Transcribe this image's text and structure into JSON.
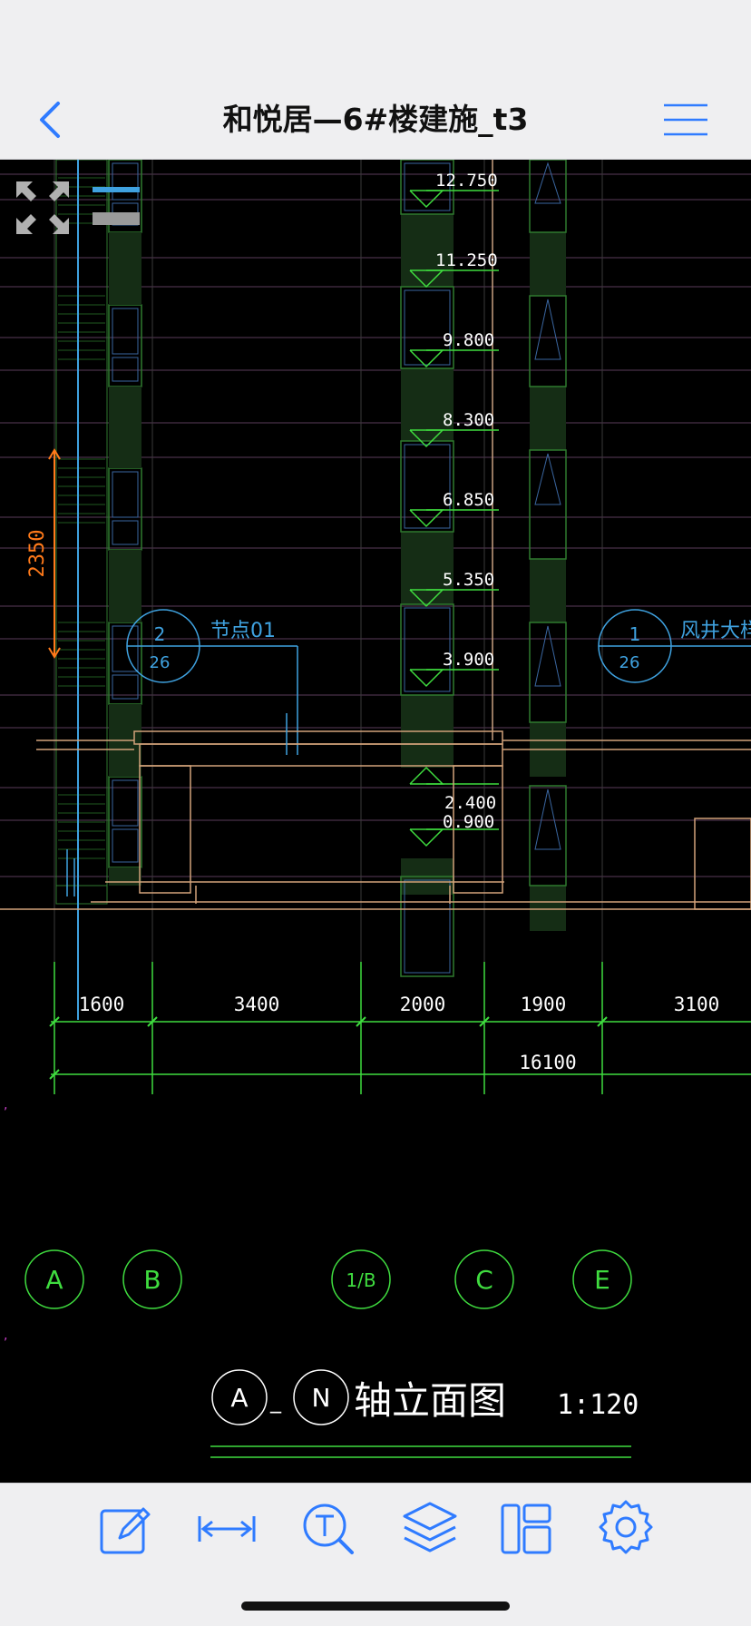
{
  "header": {
    "title": "和悦居—6#楼建施_t3",
    "back_icon": "chevron-left-icon",
    "menu_icon": "hamburger-menu-icon",
    "accent_color": "#2f7bff"
  },
  "drawing": {
    "dimension_2350": "2350",
    "elevations": [
      "12.750",
      "11.250",
      "9.800",
      "8.300",
      "6.850",
      "5.350",
      "3.900",
      "2.400",
      "0.900"
    ],
    "callout_left": {
      "number": "2",
      "sheet": "26",
      "label": "节点01"
    },
    "callout_right": {
      "number": "1",
      "sheet": "26",
      "label": "风井大样"
    },
    "dimensions_row1": [
      "1600",
      "3400",
      "2000",
      "1900",
      "3100"
    ],
    "dimensions_total": "16100",
    "axes": [
      "A",
      "B",
      "1/B",
      "C",
      "E"
    ],
    "view_title": {
      "start_axis": "A",
      "dash": "_",
      "end_axis": "N",
      "label": "轴立面图",
      "scale": "1:120"
    }
  },
  "toolbar": {
    "items": [
      {
        "name": "edit-markup",
        "icon": "pencil-square-icon"
      },
      {
        "name": "measure",
        "icon": "ruler-arrows-icon"
      },
      {
        "name": "text-search",
        "icon": "text-search-icon"
      },
      {
        "name": "layers",
        "icon": "layers-icon"
      },
      {
        "name": "layout",
        "icon": "layout-icon"
      },
      {
        "name": "settings",
        "icon": "gear-icon"
      }
    ]
  },
  "colors": {
    "cad_background": "#000000",
    "green_lines": "#3fdc3f",
    "cyan_lines": "#3fa2e0",
    "orange_dims": "#ff7a1a",
    "toolbar_icons": "#2f7bff"
  }
}
